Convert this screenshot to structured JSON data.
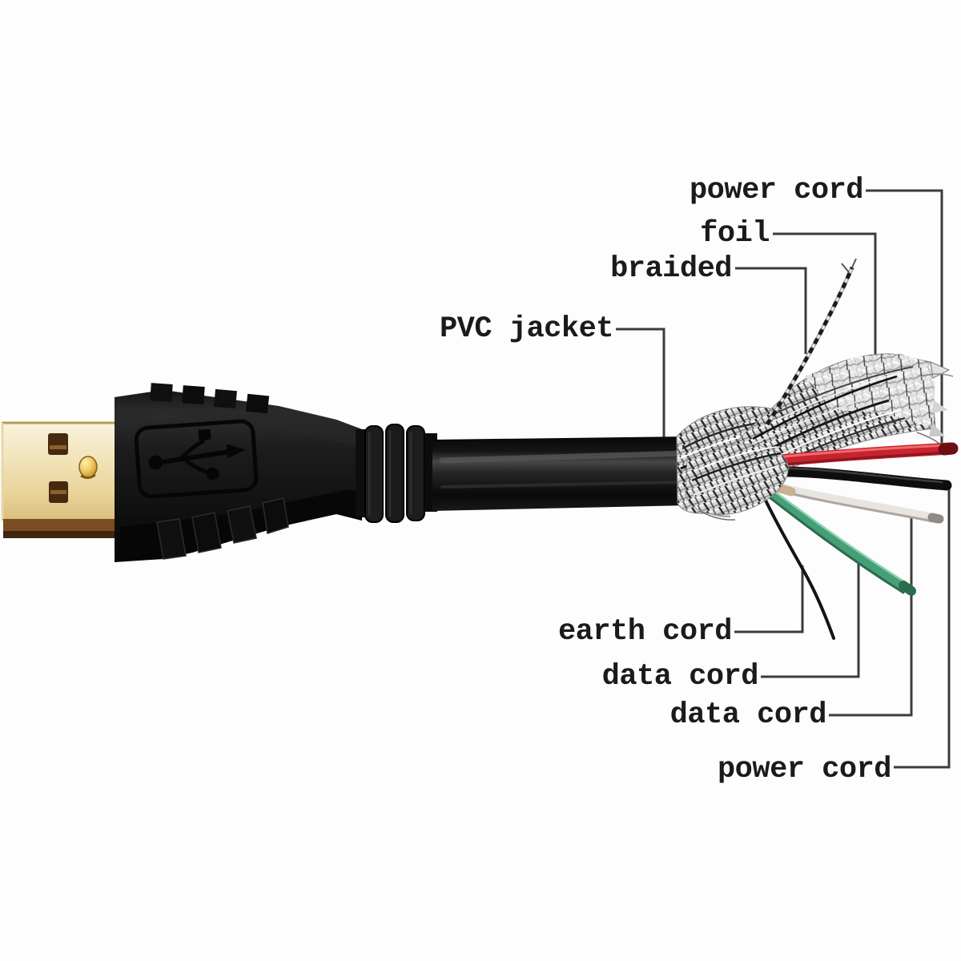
{
  "callouts": {
    "top": [
      {
        "id": "power-cord-top",
        "label": "power cord"
      },
      {
        "id": "foil",
        "label": "foil"
      },
      {
        "id": "braided",
        "label": "braided"
      },
      {
        "id": "pvc-jacket",
        "label": "PVC jacket"
      }
    ],
    "bottom": [
      {
        "id": "earth-cord",
        "label": "earth cord"
      },
      {
        "id": "data-cord-1",
        "label": "data cord"
      },
      {
        "id": "data-cord-2",
        "label": "data cord"
      },
      {
        "id": "power-cord-bottom",
        "label": "power cord"
      }
    ]
  },
  "colors": {
    "background": "#fdfdfd",
    "label_text": "#1b1b1b",
    "callout_line": "#3c3c3c",
    "pvc_jacket_black": "#121212",
    "connector_body_black": "#161616",
    "shell_gold": "#e9d6a0",
    "shell_band_brown": "#6e441d",
    "braid_silver": "#d7d7d7",
    "foil_silver": "#e8e8e8",
    "wire_power_red": "#c8232e",
    "wire_power_black": "#0e0e0e",
    "wire_data_white": "#e8e4df",
    "wire_data_green": "#46a077",
    "wire_earth_black": "#141414"
  }
}
